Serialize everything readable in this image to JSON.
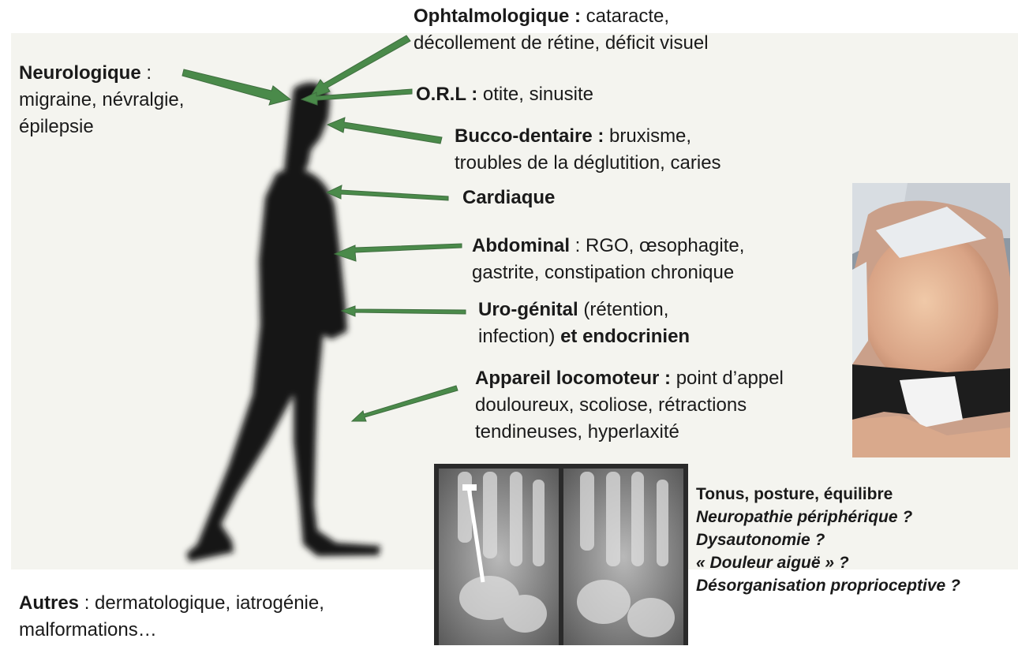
{
  "labels": {
    "neuro": {
      "title": "Neurologique",
      "sep": " :",
      "line1": "migraine, névralgie,",
      "line2": "épilepsie"
    },
    "ophta": {
      "title": "Ophtalmologique :",
      "rest": " cataracte,",
      "line2": "décollement de rétine, déficit visuel"
    },
    "orl": {
      "title": "O.R.L :",
      "rest": " otite, sinusite"
    },
    "bucco": {
      "title": "Bucco-dentaire :",
      "rest": " bruxisme,",
      "line2": "troubles de la déglutition, caries"
    },
    "cardiaque": {
      "title": "Cardiaque"
    },
    "abdominal": {
      "title": "Abdominal",
      "rest": " : RGO, œsophagite,",
      "line2": "gastrite, constipation chronique"
    },
    "uro": {
      "title": "Uro-génital",
      "rest": " (rétention,",
      "line2a": "infection) ",
      "line2b": "et endocrinien"
    },
    "loco": {
      "title": "Appareil locomoteur :",
      "rest": " point d’appel",
      "line2": "douloureux, scoliose, rétractions",
      "line3": "tendineuses, hyperlaxité"
    },
    "tonus": {
      "line1": "Tonus, posture, équilibre",
      "line2": "Neuropathie périphérique ?",
      "line3": "Dysautonomie ?",
      "line4": "« Douleur aiguë » ?",
      "line5": "Désorganisation proprioceptive ?"
    },
    "autres": {
      "title": "Autres",
      "rest": " : dermatologique, iatrogénie,",
      "line2": "malformations…"
    }
  },
  "colors": {
    "arrow": "#4a8a4a",
    "silhouette": "#151515",
    "panel": "#f4f4ef"
  },
  "images": [
    "walking-silhouette",
    "abdomen-photo",
    "foot-xray"
  ]
}
